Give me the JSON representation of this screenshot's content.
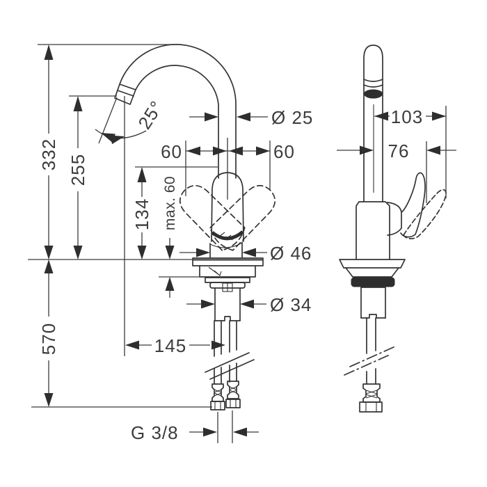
{
  "drawing": {
    "type": "faucet installation dimension drawing, front and side view",
    "colors": {
      "line": "#333333",
      "text": "#3c3c3c",
      "background": "#ffffff"
    },
    "front_view": {
      "dim_332": "332",
      "dim_255": "255",
      "dim_134": "134",
      "dim_max60": "max. 60",
      "dim_570": "570",
      "dim_145": "145",
      "dim_d25": "Ø 25",
      "dim_60_left": "60",
      "dim_60_right": "60",
      "dim_d46": "Ø 46",
      "dim_d34": "Ø 34",
      "dim_thread": "G 3/8",
      "dim_angle": "25°"
    },
    "side_view": {
      "dim_103": "103",
      "dim_76": "76"
    }
  }
}
